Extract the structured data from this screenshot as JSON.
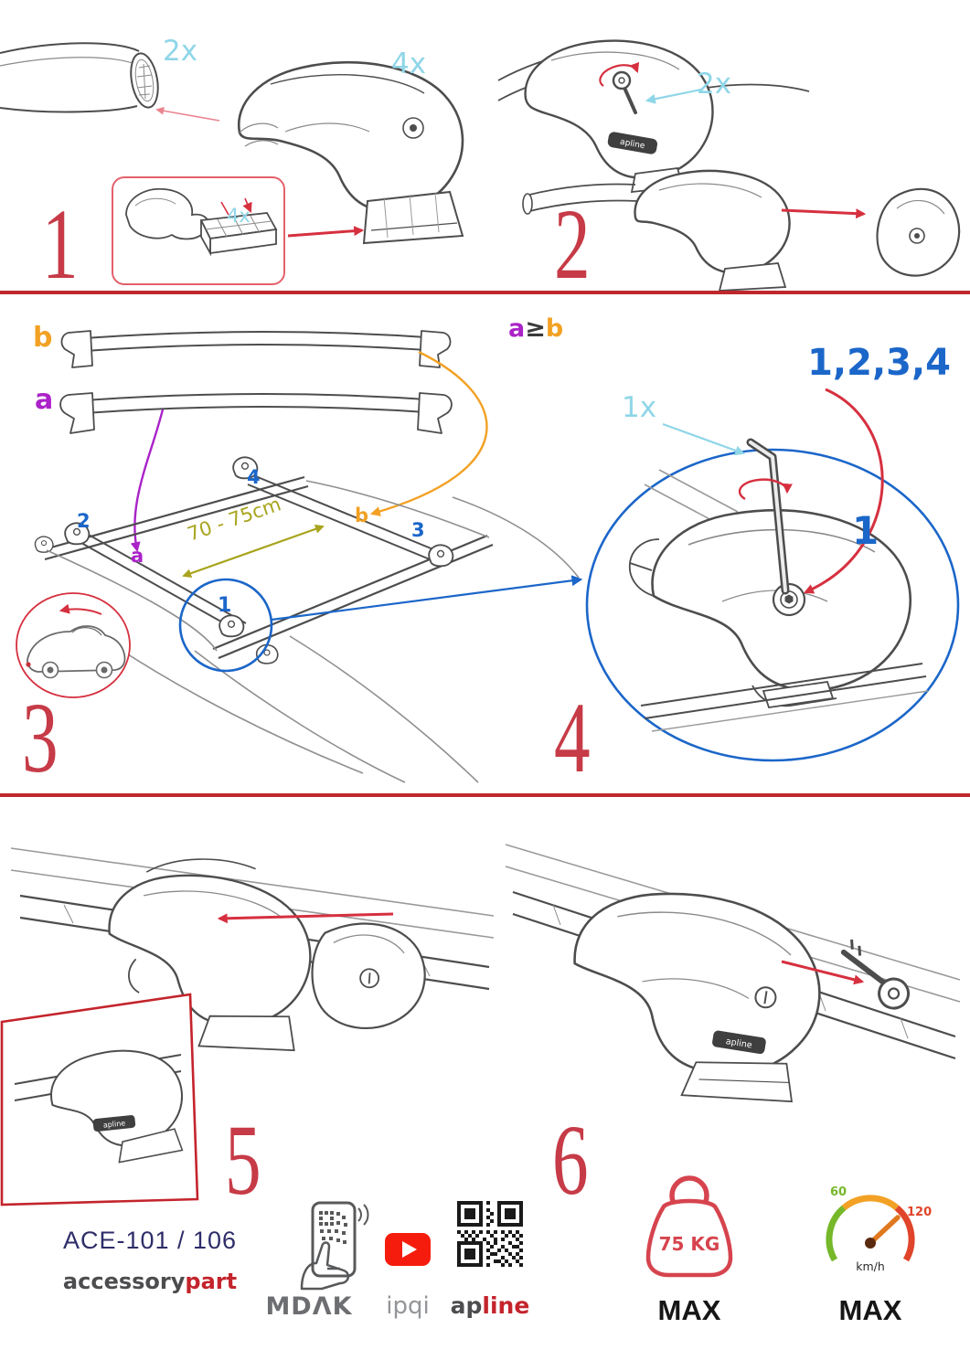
{
  "colors": {
    "step_number": "#c63b47",
    "divider": "#c0272d",
    "qty_cyan": "#8fd6e8",
    "blue": "#1b66c9",
    "purple": "#aa22c8",
    "orange": "#f2a124",
    "olive": "#a8a41e",
    "red_arrow": "#d6303f",
    "brand_red": "#c4242c",
    "brand_navy": "#2e2d69",
    "brand_gray": "#6d6e71"
  },
  "step1": {
    "number": "1",
    "bar_qty": "2x",
    "foot_qty": "4x",
    "pad_qty": "4x"
  },
  "step2": {
    "number": "2",
    "lock_qty": "2x"
  },
  "step3": {
    "number": "3",
    "bar_b": "b",
    "bar_a": "a",
    "distance": "70 - 75cm",
    "roof": {
      "pos1": "1",
      "pos2": "2",
      "pos3": "3",
      "pos4": "4",
      "a": "a",
      "b": "b"
    }
  },
  "step4": {
    "number": "4",
    "cond_a": "a",
    "cond_op": "≥",
    "cond_b": "b",
    "sequence": "1,2,3,4",
    "tool_qty": "1x",
    "first": "1"
  },
  "step5": {
    "number": "5"
  },
  "step6": {
    "number": "6"
  },
  "illustration": {
    "logo": "apline"
  },
  "footer": {
    "model": "ACE-101 / 106",
    "brand_gray": "accessory",
    "brand_red": "part",
    "mdak": "MDΛK",
    "ipqi": "ipqi",
    "apline_gray": "ap",
    "apline_red": "line",
    "weight_value": "75 KG",
    "weight_max": "MAX",
    "speed_low": "60",
    "speed_high": "120",
    "speed_unit": "km/h",
    "speed_max": "MAX"
  }
}
